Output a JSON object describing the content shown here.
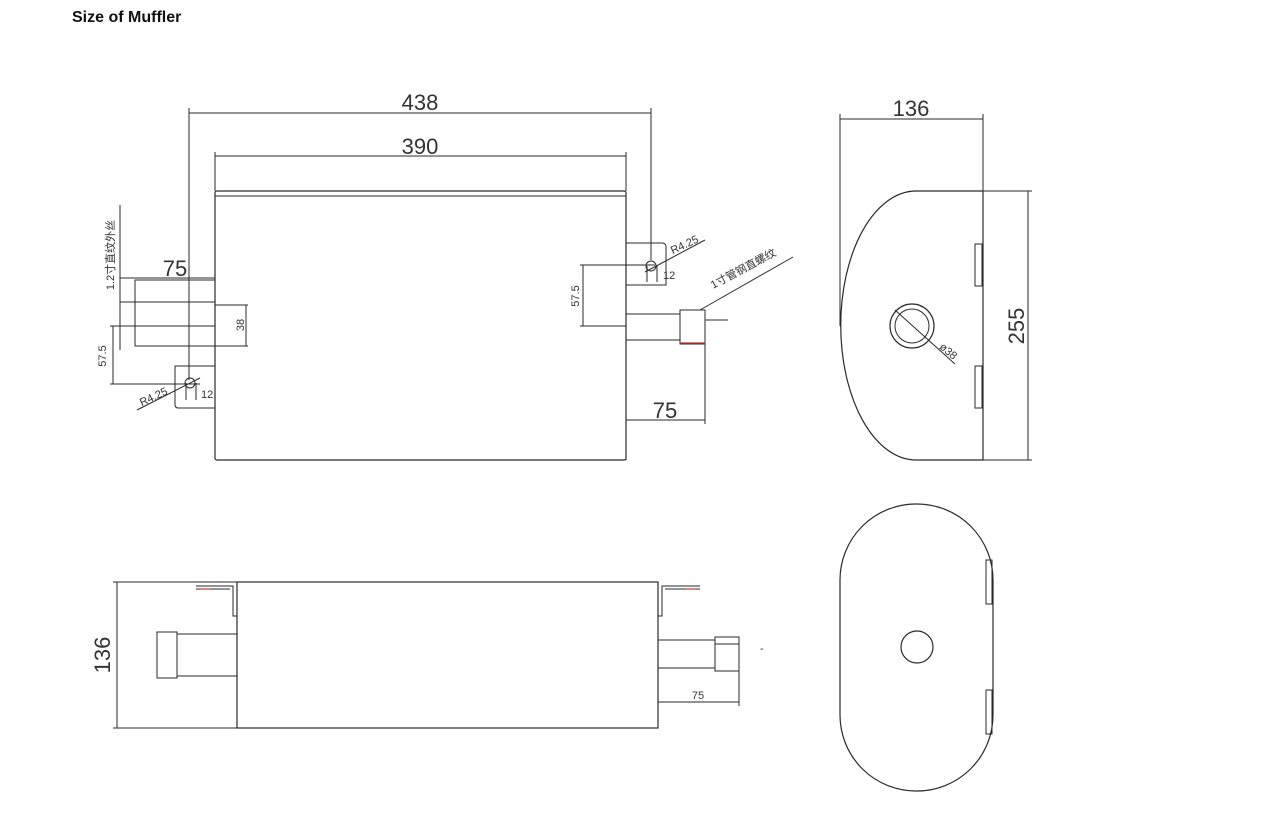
{
  "title": "Size of Muffler",
  "front_view": {
    "dim_overall_length": "438",
    "dim_body_length": "390",
    "dim_inlet_protrusion": "75",
    "dim_outlet_protrusion": "75",
    "dim_pipe_height_left": "38",
    "dim_offset_left": "57.5",
    "dim_offset_right": "57.5",
    "dim_hole_radius_left": "R4.25",
    "dim_hole_radius_right": "R4.25",
    "dim_slot_left": "12",
    "dim_slot_right": "12",
    "inlet_thread_note": "1.2寸直纹外丝",
    "outlet_thread_note": "1寸管钢直螺纹"
  },
  "end_view": {
    "dim_width": "136",
    "dim_height": "255",
    "dim_port_diameter": "ø38"
  },
  "top_view": {
    "dim_width": "136",
    "dim_outlet": "75",
    "mark": "-"
  }
}
